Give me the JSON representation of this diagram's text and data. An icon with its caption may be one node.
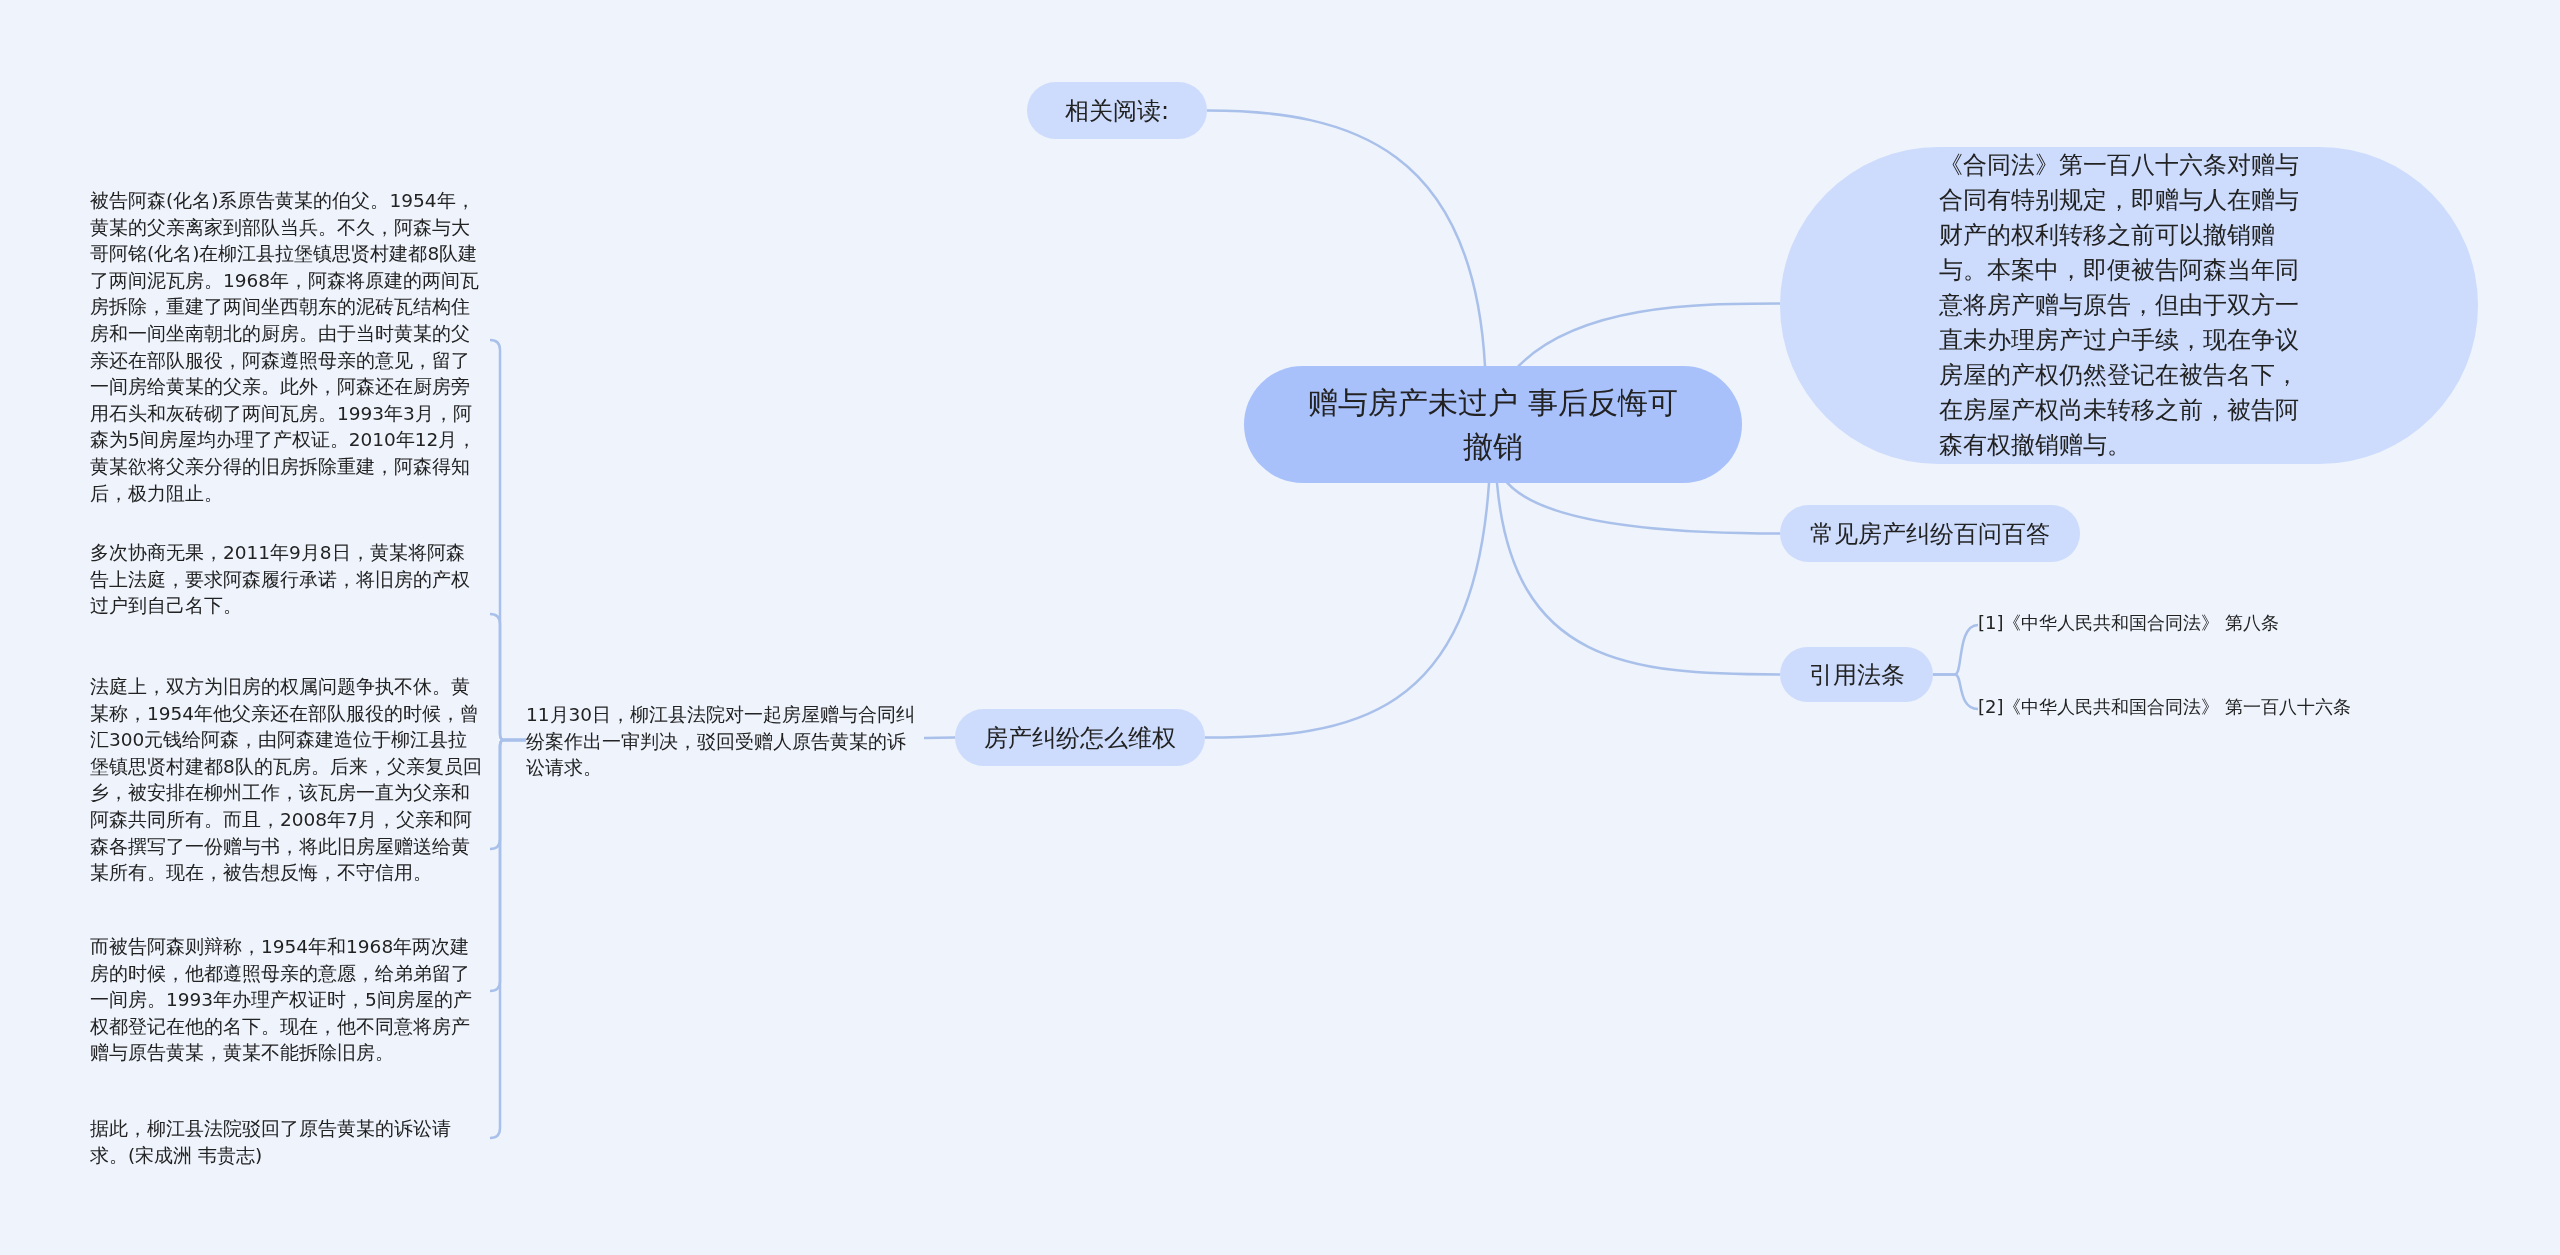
{
  "diagram": {
    "nodes": [
      {
        "text": [
          "赠与房产未过户 事后反悔可撤销"
        ]
      },
      {
        "text": [
          "相关阅读:"
        ]
      },
      {
        "text": [
          "《合同法》第一百八十六条对赠与合同有特别规定，即赠与人在赠与财产的权利转移之前可以撤销赠与。本案中，即便被告阿森当年同意将房产赠与原告，但由于双方一直未办理房产过户手续，现在争议房屋的产权仍然登记在被告名下，在房屋产权尚未转移之前，被告阿森有权撤销赠与。"
        ]
      },
      {
        "text": [
          "常见房产纠纷百问百答"
        ]
      },
      {
        "text": [
          "引用法条"
        ]
      },
      {
        "text": [
          "[1]《中华人民共和国合同法》 第八条"
        ]
      },
      {
        "text": [
          "[2]《中华人民共和国合同法》 第一百八十六条"
        ]
      },
      {
        "text": [
          "房产纠纷怎么维权"
        ]
      },
      {
        "text": [
          "11月30日，柳江县法院对一起房屋赠与合同纠纷案作出一审判决，驳回受赠人原告黄某的诉讼请求。"
        ]
      },
      {
        "text": [
          "被告阿森(化名)系原告黄某的伯父。1954年，黄某的父亲离家到部队当兵。不久，阿森与大哥阿铭(化名)在柳江县拉堡镇思贤村建都8队建了两间泥瓦房。1968年，阿森将原建的两间瓦房拆除，重建了两间坐西朝东的泥砖瓦结构住房和一间坐南朝北的厨房。由于当时黄某的父亲还在部队服役，阿森遵照母亲的意见，留了一间房给黄某的父亲。此外，阿森还在厨房旁用石头和灰砖砌了两间瓦房。1993年3月，阿森为5间房屋均办理了产权证。2010年12月，黄某欲将父亲分得的旧房拆除重建，阿森得知后，极力阻止。"
        ]
      },
      {
        "text": [
          "多次协商无果，2011年9月8日，黄某将阿森告上法庭，要求阿森履行承诺，将旧房的产权过户到自己名下。"
        ]
      },
      {
        "text": [
          "法庭上，双方为旧房的权属问题争执不休。黄某称，1954年他父亲还在部队服役的时候，曾汇300元钱给阿森，由阿森建造位于柳江县拉堡镇思贤村建都8队的瓦房。后来，父亲复员回乡，被安排在柳州工作，该瓦房一直为父亲和阿森共同所有。而且，2008年7月，父亲和阿森各撰写了一份赠与书，将此旧房屋赠送给黄某所有。现在，被告想反悔，不守信用。"
        ]
      },
      {
        "text": [
          "而被告阿森则辩称，1954年和1968年两次建房的时候，他都遵照母亲的意愿，给弟弟留了一间房。1993年办理产权证时，5间房屋的产权都登记在他的名下。现在，他不同意将房产赠与原告黄某，黄某不能拆除旧房。"
        ]
      },
      {
        "text": [
          "据此，柳江县法院驳回了原告黄某的诉讼请求。(宋成洲 韦贵志)"
        ]
      }
    ],
    "edges": [
      {
        "from": 0,
        "to": 1,
        "arrow": "none"
      },
      {
        "from": 0,
        "to": 2,
        "arrow": "none"
      },
      {
        "from": 0,
        "to": 3,
        "arrow": "none"
      },
      {
        "from": 0,
        "to": 4,
        "arrow": "none"
      },
      {
        "from": 4,
        "to": 5,
        "arrow": "none"
      },
      {
        "from": 4,
        "to": 6,
        "arrow": "none"
      },
      {
        "from": 0,
        "to": 7,
        "arrow": "none"
      },
      {
        "from": 7,
        "to": 8,
        "arrow": "none"
      },
      {
        "from": 8,
        "to": 9,
        "arrow": "none"
      },
      {
        "from": 8,
        "to": 10,
        "arrow": "none"
      },
      {
        "from": 8,
        "to": 11,
        "arrow": "none"
      },
      {
        "from": 8,
        "to": 12,
        "arrow": "none"
      },
      {
        "from": 8,
        "to": 13,
        "arrow": "none"
      }
    ]
  }
}
